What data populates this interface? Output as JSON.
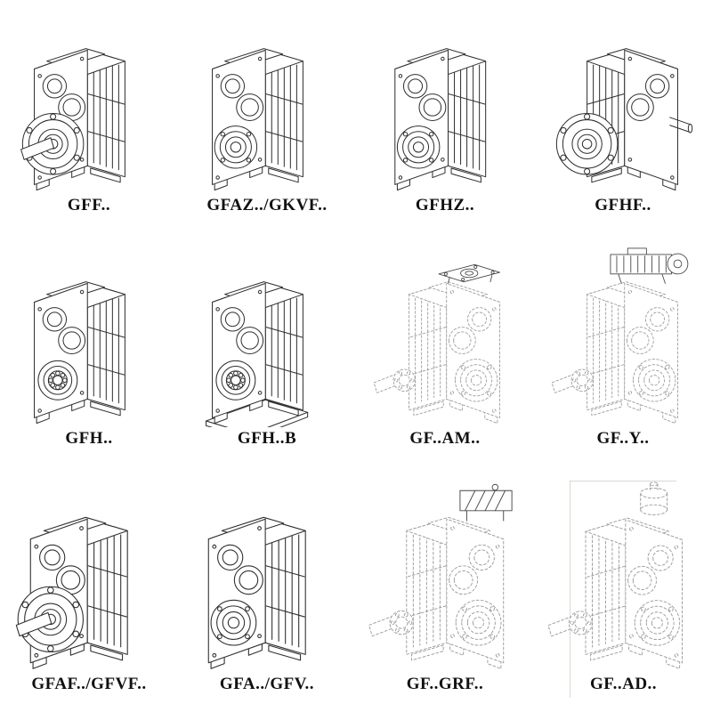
{
  "catalog": {
    "cells": [
      {
        "label": "GFF..",
        "line_style": "solid",
        "variant": "output-flange-with-shaft"
      },
      {
        "label": "GFAZ../GKVF..",
        "line_style": "solid",
        "variant": "hollow-shaft"
      },
      {
        "label": "GFHZ..",
        "line_style": "solid",
        "variant": "hollow-shaft"
      },
      {
        "label": "GFHF..",
        "line_style": "solid",
        "variant": "output-flange-rear-view"
      },
      {
        "label": "GFH..",
        "line_style": "solid",
        "variant": "shaft-mounted-bearing-hub"
      },
      {
        "label": "GFH..B",
        "line_style": "solid",
        "variant": "shaft-mounted-with-base"
      },
      {
        "label": "GF..AM..",
        "line_style": "dashed",
        "variant": "iec-adapter-flange-top"
      },
      {
        "label": "GF..Y..",
        "line_style": "dashed",
        "variant": "motor-mounted-top"
      },
      {
        "label": "GFAF../GFVF..",
        "line_style": "solid",
        "variant": "output-flange-with-shaft"
      },
      {
        "label": "GFA../GFV..",
        "line_style": "solid",
        "variant": "hollow-shaft"
      },
      {
        "label": "GF..GRF..",
        "line_style": "dashed",
        "variant": "top-mounted-box"
      },
      {
        "label": "GF..AD..",
        "line_style": "dashed",
        "variant": "input-shaft-adapter-top"
      }
    ]
  }
}
